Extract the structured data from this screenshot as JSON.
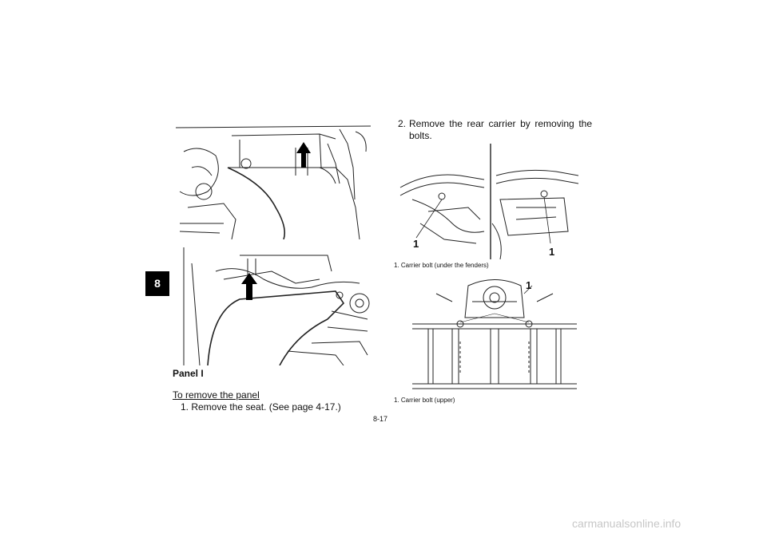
{
  "chapter_tab": "8",
  "left_column": {
    "panel_title": "Panel I",
    "section_heading": "To remove the panel",
    "step_1": "1. Remove the seat. (See page 4-17.)"
  },
  "right_column": {
    "step_2_number": "2.",
    "step_2_text": "Remove the rear carrier by removing the bolts.",
    "figure_1_callout": "1",
    "figure_1_caption": "1. Carrier bolt (under the fenders)",
    "figure_2_callout": "1",
    "figure_2_caption": "1. Carrier bolt (upper)"
  },
  "page_number": "8-17",
  "watermark": "carmanualsonline.info"
}
